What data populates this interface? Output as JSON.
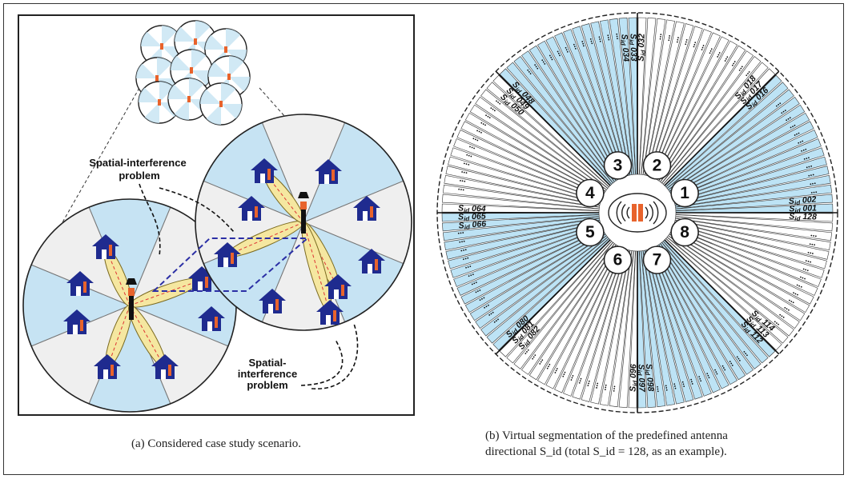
{
  "panel_a": {
    "label_top": "Spatial-interference problem",
    "label_top_line1": "Spatial-interference",
    "label_top_line2": "problem",
    "label_bottom_line1": "Spatial-",
    "label_bottom_line2": "interference",
    "label_bottom_line3": "problem",
    "caption": "(a) Considered case study scenario."
  },
  "panel_b": {
    "total_segments": 128,
    "sectors": [
      "1",
      "2",
      "3",
      "4",
      "5",
      "6",
      "7",
      "8"
    ],
    "segment_labels": [
      "S_id 001",
      "S_id 002",
      "S_id 016",
      "S_id 017",
      "S_id 018",
      "S_id 032",
      "S_id 033",
      "S_id 034",
      "S_id 048",
      "S_id 049",
      "S_id 050",
      "S_id 064",
      "S_id 065",
      "S_id 066",
      "S_id 080",
      "S_id 081",
      "S_id 082",
      "S_id 096",
      "S_id 097",
      "S_id 098",
      "S_id 112",
      "S_id 113",
      "S_id 114",
      "S_id 128"
    ],
    "caption_line1": "(b) Virtual segmentation of the predefined antenna",
    "caption_line2": "directional S_id (total S_id = 128, as an example).",
    "colors": {
      "highlight": "#bde3f5",
      "edge": "#1a1a1a"
    }
  }
}
